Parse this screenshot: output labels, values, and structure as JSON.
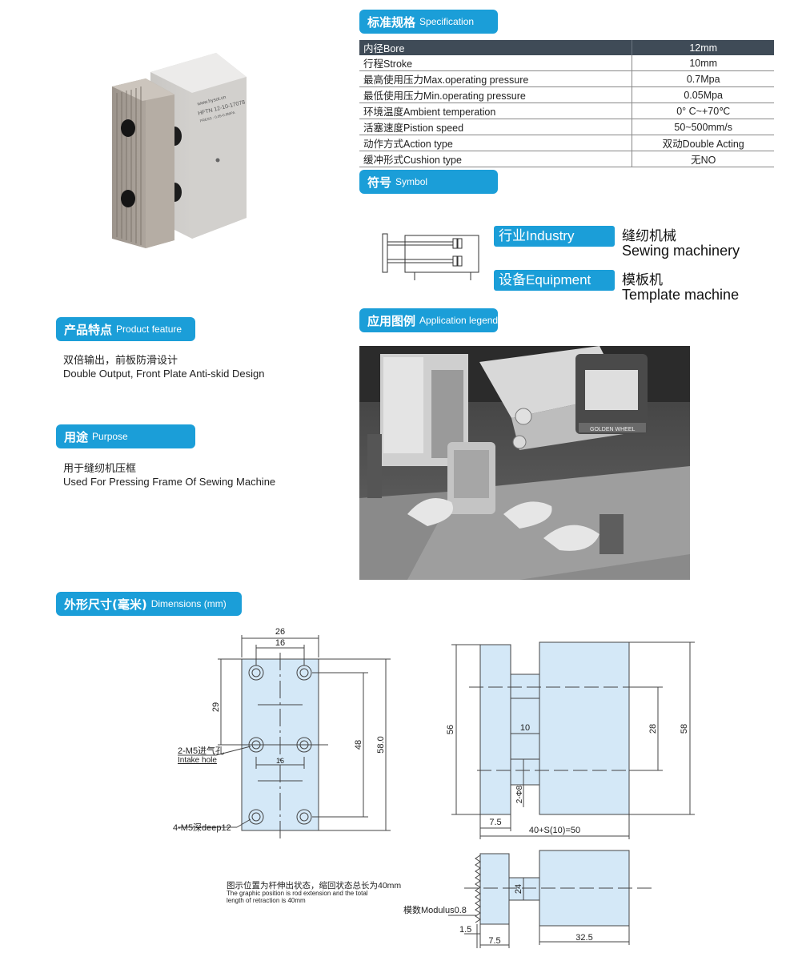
{
  "sections": {
    "spec": {
      "zh": "标准规格",
      "en": "Specification"
    },
    "symbol": {
      "zh": "符号",
      "en": "Symbol"
    },
    "application": {
      "zh": "应用图例",
      "en": "Application legend"
    },
    "feature": {
      "zh": "产品特点",
      "en": "Product feature"
    },
    "purpose": {
      "zh": "用途",
      "en": "Purpose"
    },
    "dimensions": {
      "zh": "外形尺寸(毫米)",
      "en": "Dimensions (mm)"
    }
  },
  "spec_table": [
    {
      "label": "内径Bore",
      "value": "12mm"
    },
    {
      "label": "行程Stroke",
      "value": "10mm"
    },
    {
      "label": "最高使用压力Max.operating pressure",
      "value": "0.7Mpa"
    },
    {
      "label": "最低使用压力Min.operating pressure",
      "value": "0.05Mpa"
    },
    {
      "label": "环境温度Ambient temperation",
      "value": "0°  C~+70℃"
    },
    {
      "label": "活塞速度Pistion speed",
      "value": "50~500mm/s"
    },
    {
      "label": "动作方式Action type",
      "value": "双动Double Acting"
    },
    {
      "label": "缓冲形式Cushion type",
      "value": "无NO"
    }
  ],
  "industry": {
    "label": "行业Industry",
    "value_zh": "缝纫机械",
    "value_en": "Sewing machinery"
  },
  "equipment": {
    "label": "设备Equipment",
    "value_zh": "模板机",
    "value_en": "Template machine"
  },
  "feature_text": {
    "zh": "双倍输出，前板防滑设计",
    "en": "Double Output, Front Plate Anti-skid Design"
  },
  "purpose_text": {
    "zh": "用于缝纫机压框",
    "en": "Used For Pressing Frame Of Sewing Machine"
  },
  "product_label": {
    "url": "www.hysot.cn",
    "model": "HFTN 12-10-17078",
    "press": "PRESS : 0.05-0.9MPA"
  },
  "machine_label": "GOLDEN WHEEL",
  "dims": {
    "front": {
      "d26": "26",
      "d16a": "16",
      "d29": "29",
      "d16b": "16",
      "d48": "48",
      "d58": "58.0",
      "intake_zh": "2-M5进气孔",
      "intake_en": "Intake hole",
      "mount": "4-M5深deep12"
    },
    "side": {
      "d56": "56",
      "d10": "10",
      "d28": "28",
      "d58": "58",
      "d_phi": "2-Φ8",
      "d7_5": "7.5",
      "d_total": "40+S(10)=50"
    },
    "bottom": {
      "d24": "24",
      "modulus": "模数Modulus0.8",
      "d1_5": "1.5",
      "d7_5": "7.5",
      "d32_5": "32.5"
    },
    "note": {
      "zh": "图示位置为杆伸出状态，缩回状态总长为40mm",
      "en1": "The graphic position is rod extension and the total",
      "en2": "length of retraction is 40mm"
    }
  }
}
